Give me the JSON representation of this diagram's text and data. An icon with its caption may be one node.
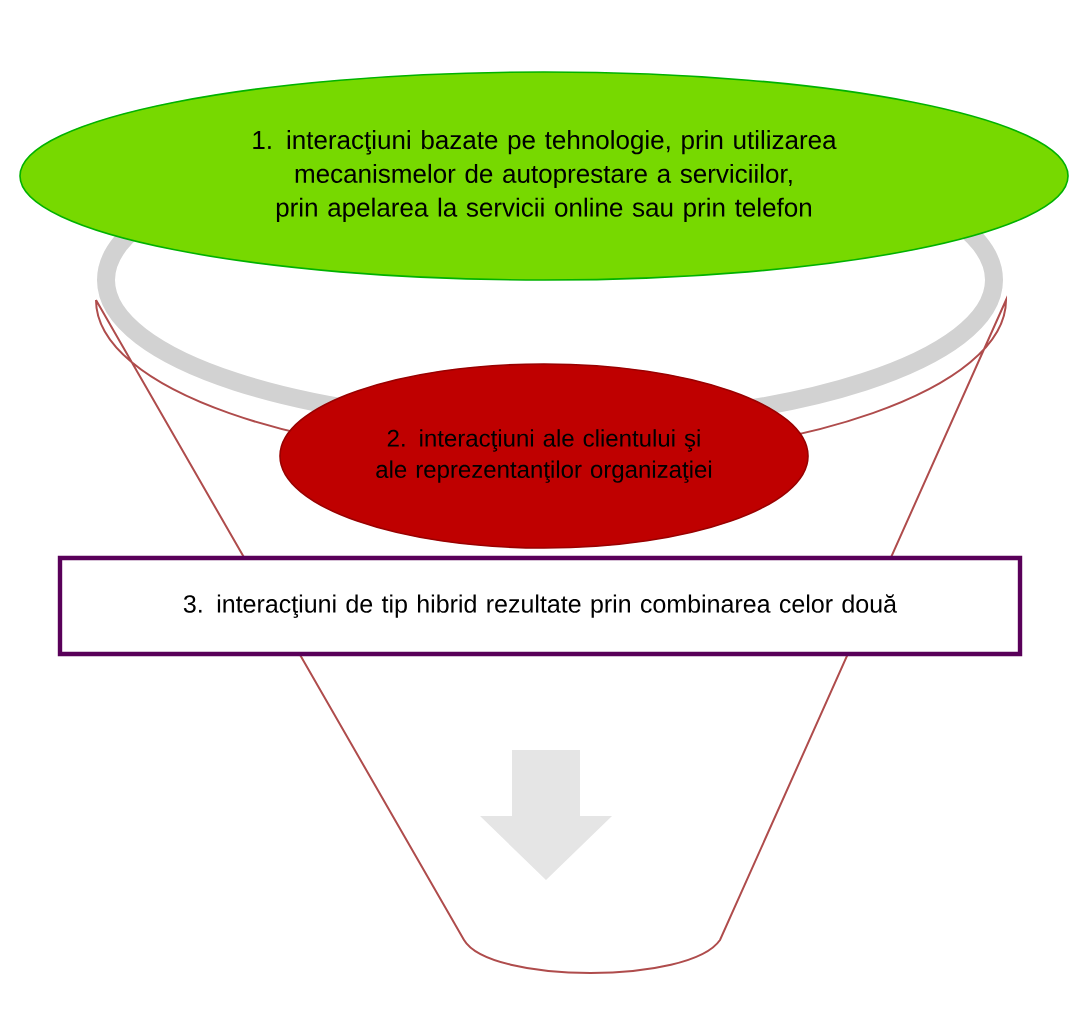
{
  "diagram": {
    "nodes": [
      {
        "text": [
          "1. interacţiuni bazate pe tehnologie, prin utilizarea mecanismelor de autoprestare a serviciilor,  prin apelarea la servicii online sau prin telefon"
        ]
      },
      {
        "text": [
          "2. interacţiuni ale clientului şi ale reprezentanţilor organizaţiei"
        ]
      },
      {
        "text": [
          "3. interacţiuni de tip hibrid rezultate prin combinarea celor două"
        ]
      }
    ]
  }
}
